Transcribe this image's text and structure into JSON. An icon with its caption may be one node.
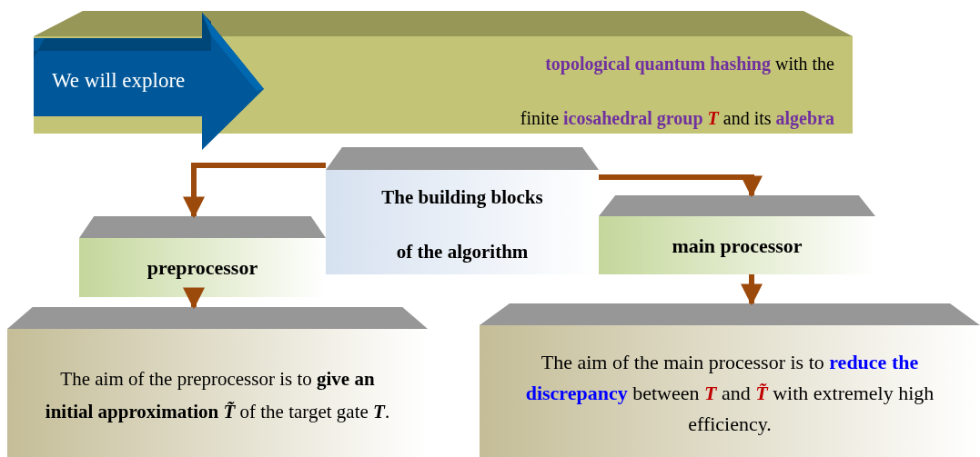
{
  "diagram": {
    "nodes": [
      {
        "text": [
          "**topological quantum hashing** with the finite **icosahedral group** *T* and its **algebra**"
        ]
      },
      {
        "text": [
          "We will explore"
        ]
      },
      {
        "text": [
          "The building blocks of the algorithm"
        ]
      },
      {
        "text": [
          "preprocessor"
        ]
      },
      {
        "text": [
          "main processor"
        ]
      },
      {
        "text": [
          "The aim of the preprocessor is to **give an initial approximation** *T̃* of the target gate *T*."
        ]
      },
      {
        "text": [
          "The aim of the main processor is to **reduce the discrepancy** between *T* and *T̃* with extremely high efficiency."
        ]
      }
    ],
    "edges": [
      {
        "from": 2,
        "to": 3,
        "arrow": "to"
      },
      {
        "from": 2,
        "to": 4,
        "arrow": "to"
      },
      {
        "from": 3,
        "to": 5,
        "arrow": "to"
      },
      {
        "from": 4,
        "to": 6,
        "arrow": "to"
      }
    ]
  }
}
